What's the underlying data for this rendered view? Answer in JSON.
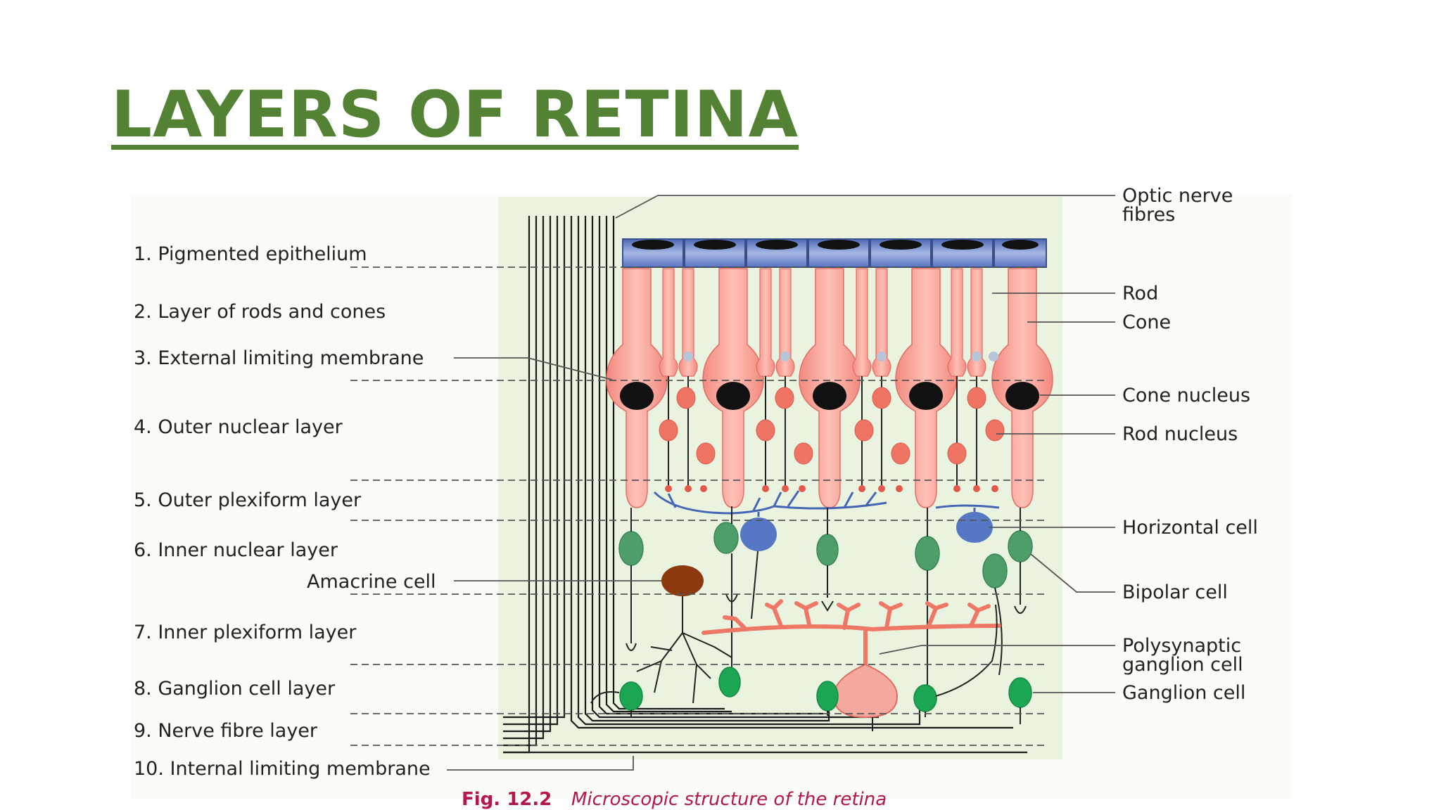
{
  "title": "LAYERS OF RETINA",
  "figure": {
    "left_labels": [
      "1. Pigmented epithelium",
      "2. Layer of rods and cones",
      "3. External limiting membrane",
      "4. Outer nuclear layer",
      "5. Outer plexiform layer",
      "6. Inner nuclear layer",
      "Amacrine cell",
      "7. Inner plexiform layer",
      "8. Ganglion cell layer",
      "9. Nerve fibre layer",
      "10. Internal limiting membrane"
    ],
    "right_labels": {
      "optic_1": "Optic nerve",
      "optic_2": "fibres",
      "rod": "Rod",
      "cone": "Cone",
      "cone_nucleus": "Cone nucleus",
      "rod_nucleus": "Rod nucleus",
      "horizontal": "Horizontal cell",
      "bipolar": "Bipolar cell",
      "poly_1": "Polysynaptic",
      "poly_2": "ganglion cell",
      "ganglion": "Ganglion cell"
    },
    "caption_num": "Fig. 12.2",
    "caption_text": "Microscopic structure of the retina"
  },
  "colors": {
    "title": "#548235",
    "background_panel": "#e9f3df",
    "photoreceptor": "#f39a90",
    "pigment": "#7088c8",
    "nucleus": "#111111",
    "horizontal_cell": "#5577c4",
    "bipolar_cell": "#4e9e6a",
    "ganglion_cell": "#1ca552",
    "amacrine_cell": "#8b3a10",
    "polysynaptic_cell": "#ee7766",
    "caption": "#b5164b"
  }
}
